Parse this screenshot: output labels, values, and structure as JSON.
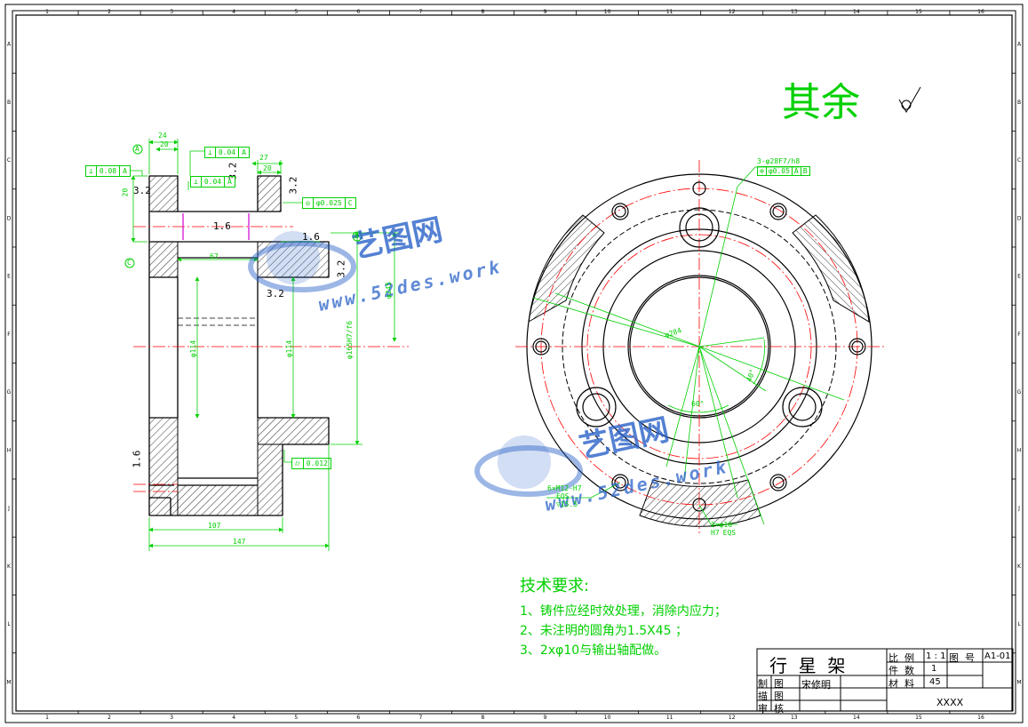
{
  "border": {
    "cols": [
      "1",
      "2",
      "3",
      "4",
      "5",
      "6",
      "7",
      "8",
      "9",
      "10",
      "11",
      "12",
      "13",
      "14",
      "15",
      "16"
    ],
    "rows": [
      "A",
      "B",
      "C",
      "D",
      "E",
      "F",
      "G",
      "H",
      "J",
      "K",
      "L",
      "M"
    ]
  },
  "roughness_note": {
    "text": "其余"
  },
  "watermark": {
    "brand": "艺图网",
    "url": "www.52des.work"
  },
  "side_view": {
    "dims": {
      "d24": "24",
      "d20a": "20",
      "d27": "27",
      "d20b": "20",
      "d20c": "20",
      "d67": "67",
      "d107": "107",
      "d147": "147",
      "phi114a": "φ114",
      "phi114b": "φ114",
      "phi_right": "φ165H7/f6",
      "phi_r2": "φ245"
    },
    "roughness": {
      "r1": "3.2",
      "r2": "3.2",
      "r3": "3.2",
      "r4": "1.6",
      "r5": "3.2",
      "r6": "3.2",
      "r7": "1.6",
      "r8": "1.6"
    },
    "tolerances": {
      "t1a": "⊥",
      "t1b": "0.08",
      "t1c": "A",
      "t2a": "⊥",
      "t2b": "0.04",
      "t2c": "A",
      "t3a": "⊥",
      "t3b": "0.04",
      "t3c": "A",
      "t4a": "◎",
      "t4b": "φ0.025",
      "t4c": "C",
      "t5a": "⌭",
      "t5b": "0.012"
    },
    "datums": {
      "a": "A",
      "b": "B",
      "c": "C"
    }
  },
  "front_view": {
    "dims": {
      "phi284": "φ284",
      "ang60": "60°",
      "ang40": "40°",
      "holes6_l1": "6×M12-H7",
      "holes6_l2": "EQS",
      "holes6_l3": "▽15.5",
      "holes2_l1": "2×φ10",
      "holes2_l2": "H7",
      "holes2_l3": "EQS",
      "holes3_l1": "3-φ28F7/h8",
      "holes3_l2": "⊕",
      "holes3_l3": "φ0.05",
      "holes3_l4": "A",
      "holes3_l5": "B"
    }
  },
  "tech": {
    "title": "技术要求:",
    "items": [
      "1、铸件应经时效处理，消除内应力；",
      "2、未注明的圆角为1.5X45 ；",
      "3、2xφ10与输出轴配做。"
    ]
  },
  "title_block": {
    "part_name": "行  星  架",
    "scale_label": "比  例",
    "scale_value": "1 : 1",
    "drawing_no_label": "图  号",
    "drawing_no": "A1-01",
    "qty_label": "件  数",
    "qty_value": "1",
    "material_label": "材  料",
    "material_value": "45",
    "drawn_label": "制  图",
    "drawn_by": "宋修明",
    "trace_label": "描  图",
    "check_label": "审  核",
    "company": "XXXX"
  },
  "colors": {
    "green": "#00d000",
    "red": "#ff0000",
    "black": "#000000",
    "magenta": "#d000d0",
    "wm_blue": "#2a62c9"
  }
}
